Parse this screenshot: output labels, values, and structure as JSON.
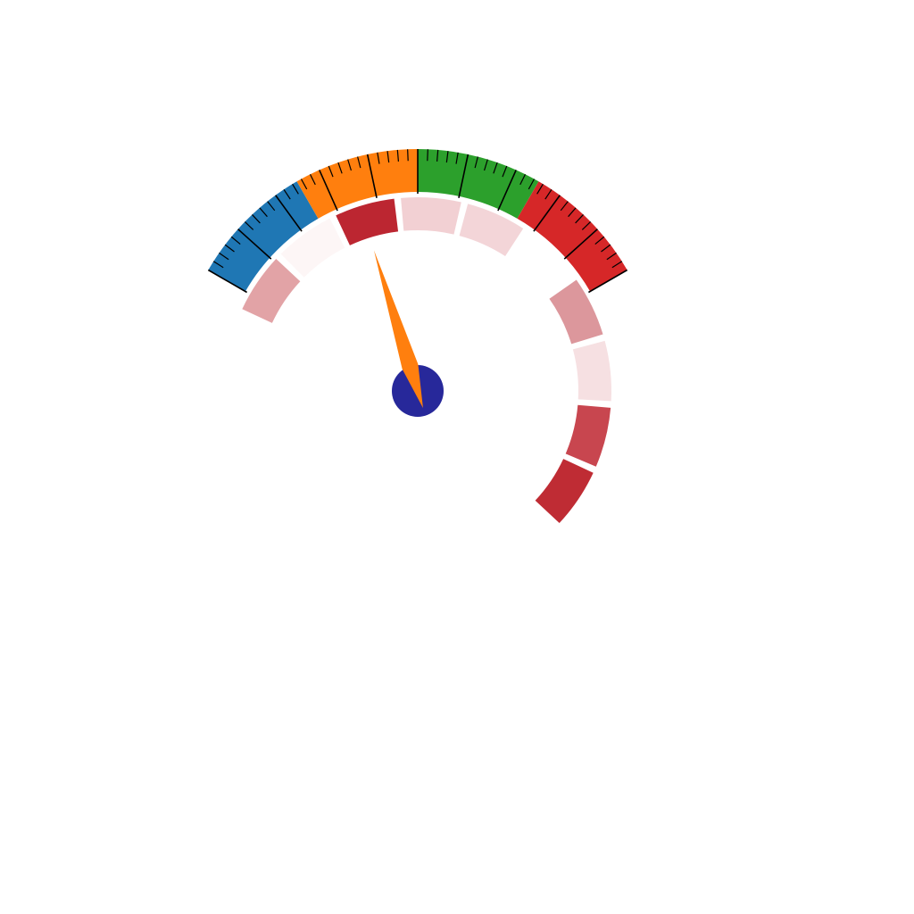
{
  "chart_data": {
    "type": "gauge",
    "value": 35.6,
    "range": [
      0,
      100
    ],
    "start_angle_deg": -60,
    "end_angle_deg": 60,
    "bands": [
      {
        "from": 0,
        "to": 25,
        "color": "#1f77b4"
      },
      {
        "from": 25,
        "to": 50,
        "color": "#ff7f0e"
      },
      {
        "from": 50,
        "to": 75,
        "color": "#2ca02c"
      },
      {
        "from": 75,
        "to": 100,
        "color": "#d62728"
      }
    ],
    "major_tick_step": 10,
    "minor_tick_step": 2,
    "needle_color": "#ff7f0e",
    "hub_color": "#27289a",
    "inner_ring": {
      "start_angle_deg": -66,
      "segments": [
        {
          "span_deg": 20,
          "color": "#e2a3a6"
        },
        {
          "span_deg": 20,
          "color": "#fdf6f6"
        },
        {
          "span_deg": 20,
          "color": "#bc2631"
        },
        {
          "span_deg": 20,
          "color": "#f2d0d3"
        },
        {
          "span_deg": 20,
          "color": "#f3d5d8"
        },
        {
          "span_deg": 20,
          "color": "#ffffff"
        },
        {
          "span_deg": 20,
          "color": "#dc979c"
        },
        {
          "span_deg": 20,
          "color": "#f6e0e2"
        },
        {
          "span_deg": 20,
          "color": "#c8464f"
        },
        {
          "span_deg": 20,
          "color": "#bf2c34"
        }
      ]
    }
  }
}
